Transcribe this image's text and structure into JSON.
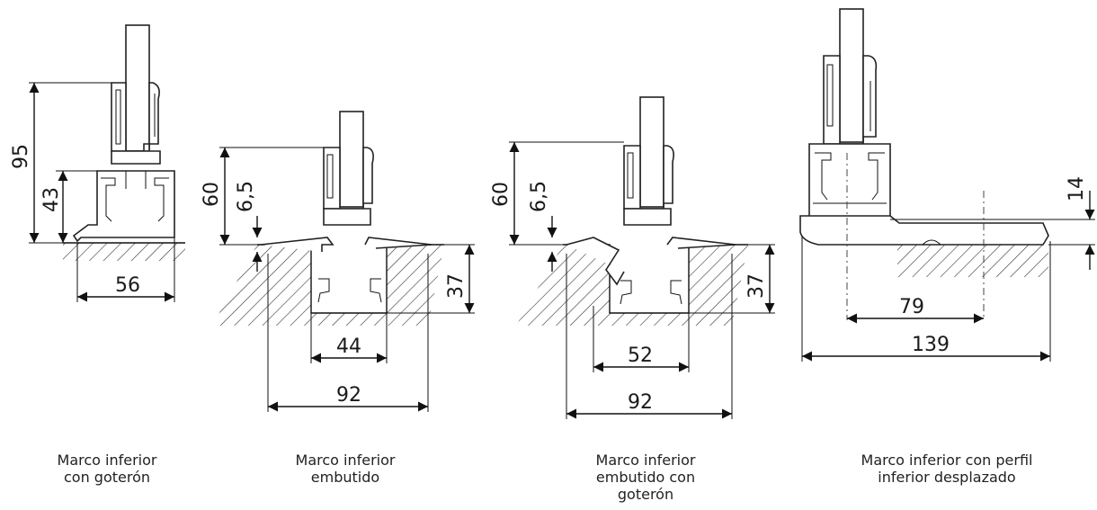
{
  "diagrams": [
    {
      "caption": "Marco inferior con goterón",
      "dims": {
        "total_height": "95",
        "frame_height": "43",
        "width": "56"
      }
    },
    {
      "caption": "Marco inferior embutido",
      "dims": {
        "height": "60",
        "offset": "6,5",
        "depth": "37",
        "inner_width": "44",
        "outer_width": "92"
      }
    },
    {
      "caption": "Marco inferior embutido con goterón",
      "dims": {
        "height": "60",
        "offset": "6,5",
        "depth": "37",
        "inner_width": "52",
        "outer_width": "92"
      }
    },
    {
      "caption": "Marco inferior con perfil inferior desplazado",
      "dims": {
        "offset": "14",
        "inner_width": "79",
        "outer_width": "139"
      }
    }
  ]
}
